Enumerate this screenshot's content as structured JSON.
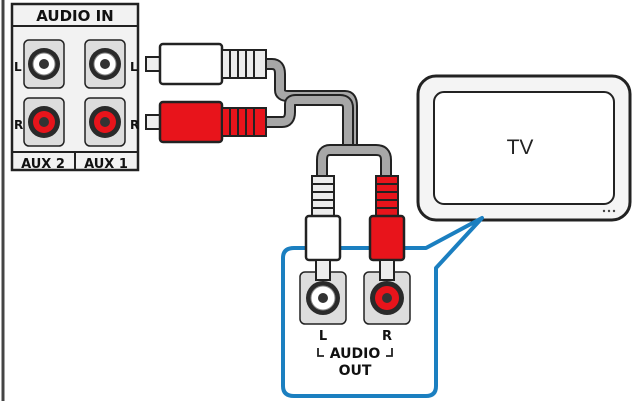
{
  "panel": {
    "title": "AUDIO IN",
    "left_channel": "L",
    "right_channel": "R",
    "aux2_label": "AUX 2",
    "aux1_label": "AUX 1"
  },
  "tv": {
    "label": "TV"
  },
  "source": {
    "left_label": "L",
    "right_label": "R",
    "title_line1": "AUDIO",
    "title_line2": "OUT"
  },
  "colors": {
    "left_plug": "#ffffff",
    "right_plug": "#e8141b",
    "callout_border": "#1b7fc0",
    "cable": "#999999"
  }
}
